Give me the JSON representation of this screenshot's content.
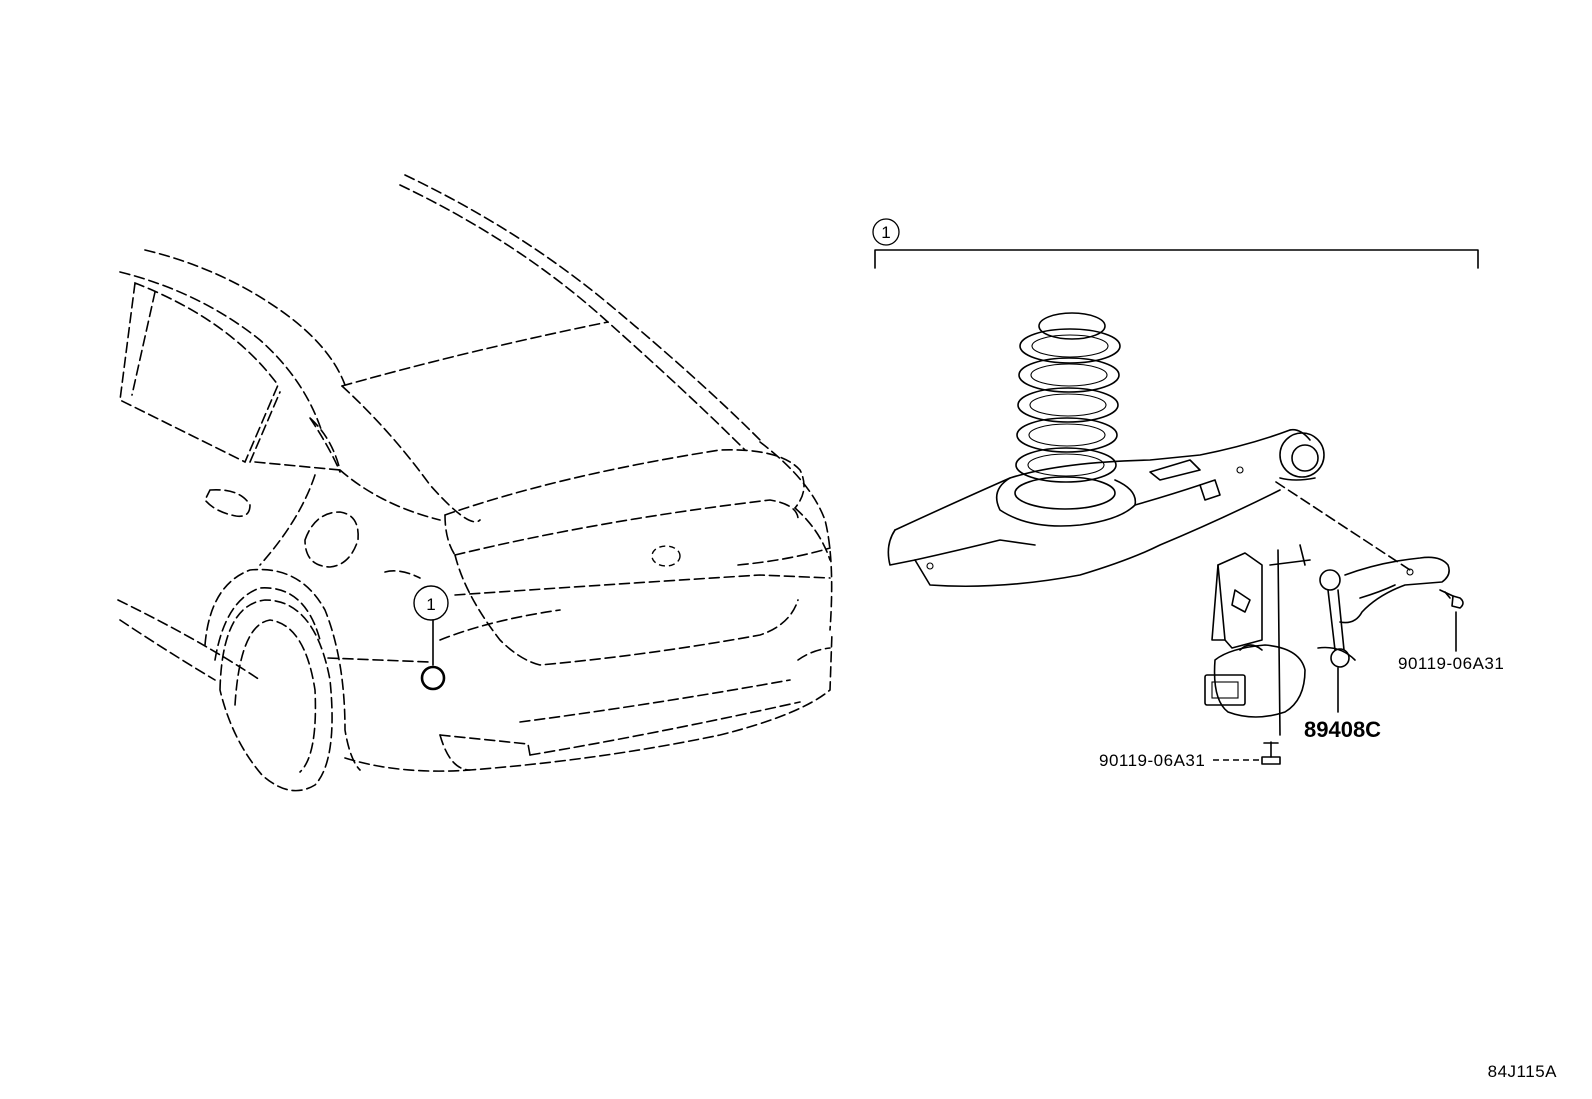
{
  "figure_id": "84J115A",
  "callouts": {
    "group_callout_top": "1",
    "group_callout_vehicle": "1"
  },
  "parts": {
    "bolt_right": "90119-06A31",
    "bolt_bottom": "90119-06A31",
    "height_sensor": "89408C"
  }
}
